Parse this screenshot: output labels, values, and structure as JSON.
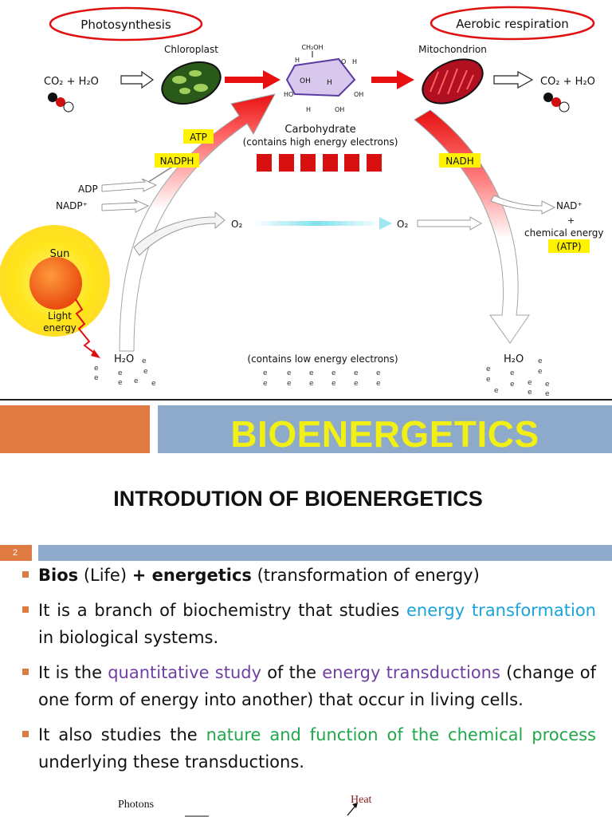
{
  "diagram": {
    "photosynthesis": "Photosynthesis",
    "aerobic_respiration": "Aerobic respiration",
    "chloroplast": "Chloroplast",
    "mitochondrion": "Mitochondrion",
    "co2_h2o_left": "CO₂ + H₂O",
    "co2_h2o_right": "CO₂ + H₂O",
    "carbohydrate": "Carbohydrate",
    "carbohydrate_note": "(contains high energy electrons)",
    "sugar_top": "CH₂OH",
    "atp": "ATP",
    "nadph": "NADPH",
    "nadh": "NADH",
    "adp": "ADP",
    "nadp": "NADP⁺",
    "nad": "NAD⁺",
    "plus": "+",
    "chemical_energy": "chemical energy",
    "atp_paren": "(ATP)",
    "o2_left": "O₂",
    "o2_right": "O₂",
    "sun": "Sun",
    "light": "Light",
    "energy": "energy",
    "h2o_left": "H₂O",
    "h2o_right": "H₂O",
    "low_energy_note": "(contains low energy electrons)",
    "electron": "e"
  },
  "header": {
    "title": "BIOENERGETICS",
    "subtitle": "INTRODUTION OF BIOENERGETICS",
    "slide_number": "2"
  },
  "bullets": {
    "b1_bios": "Bios",
    "b1_life": " (Life) ",
    "b1_plus": "+ energetics",
    "b1_rest": " (transformation of energy)",
    "b2_start": "It is a branch of biochemistry that studies ",
    "b2_highlight": "energy transformation",
    "b2_end": " in biological systems.",
    "b3_start": "It is the ",
    "b3_h1": "quantitative study",
    "b3_mid": " of the ",
    "b3_h2": "energy transductions",
    "b3_end": " (change of one form of energy into another) that occur in living cells.",
    "b4_start": "It also studies the ",
    "b4_highlight": "nature and function of the chemical process",
    "b4_end": " underlying these transductions."
  },
  "bottom": {
    "photons": "Photons",
    "heat": "Heat"
  },
  "colors": {
    "orange": "#e07a43",
    "blue": "#8eaacb",
    "title_yellow": "#f2ef14"
  }
}
